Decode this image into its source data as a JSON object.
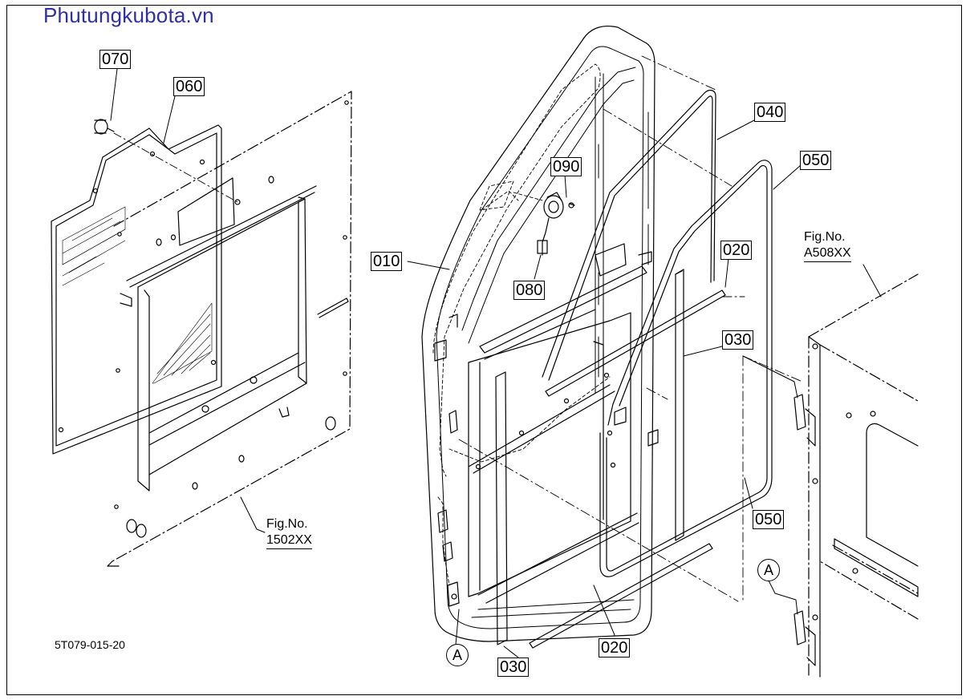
{
  "watermark": "Phutungkubota.vn",
  "drawing_number": "5T079-015-20",
  "callouts": {
    "p070": "070",
    "p060": "060",
    "p040": "040",
    "p050_top": "050",
    "p090": "090",
    "p010": "010",
    "p080": "080",
    "p020_right": "020",
    "p030_right": "030",
    "p050_bottom": "050",
    "p030_bottom": "030",
    "p020_bottom": "020"
  },
  "figure_refs": {
    "left": {
      "label": "Fig.No.",
      "value": "1502XX"
    },
    "right": {
      "label": "Fig.No.",
      "value": "A508XX"
    }
  },
  "markers": {
    "a_left": "A",
    "a_right": "A"
  }
}
